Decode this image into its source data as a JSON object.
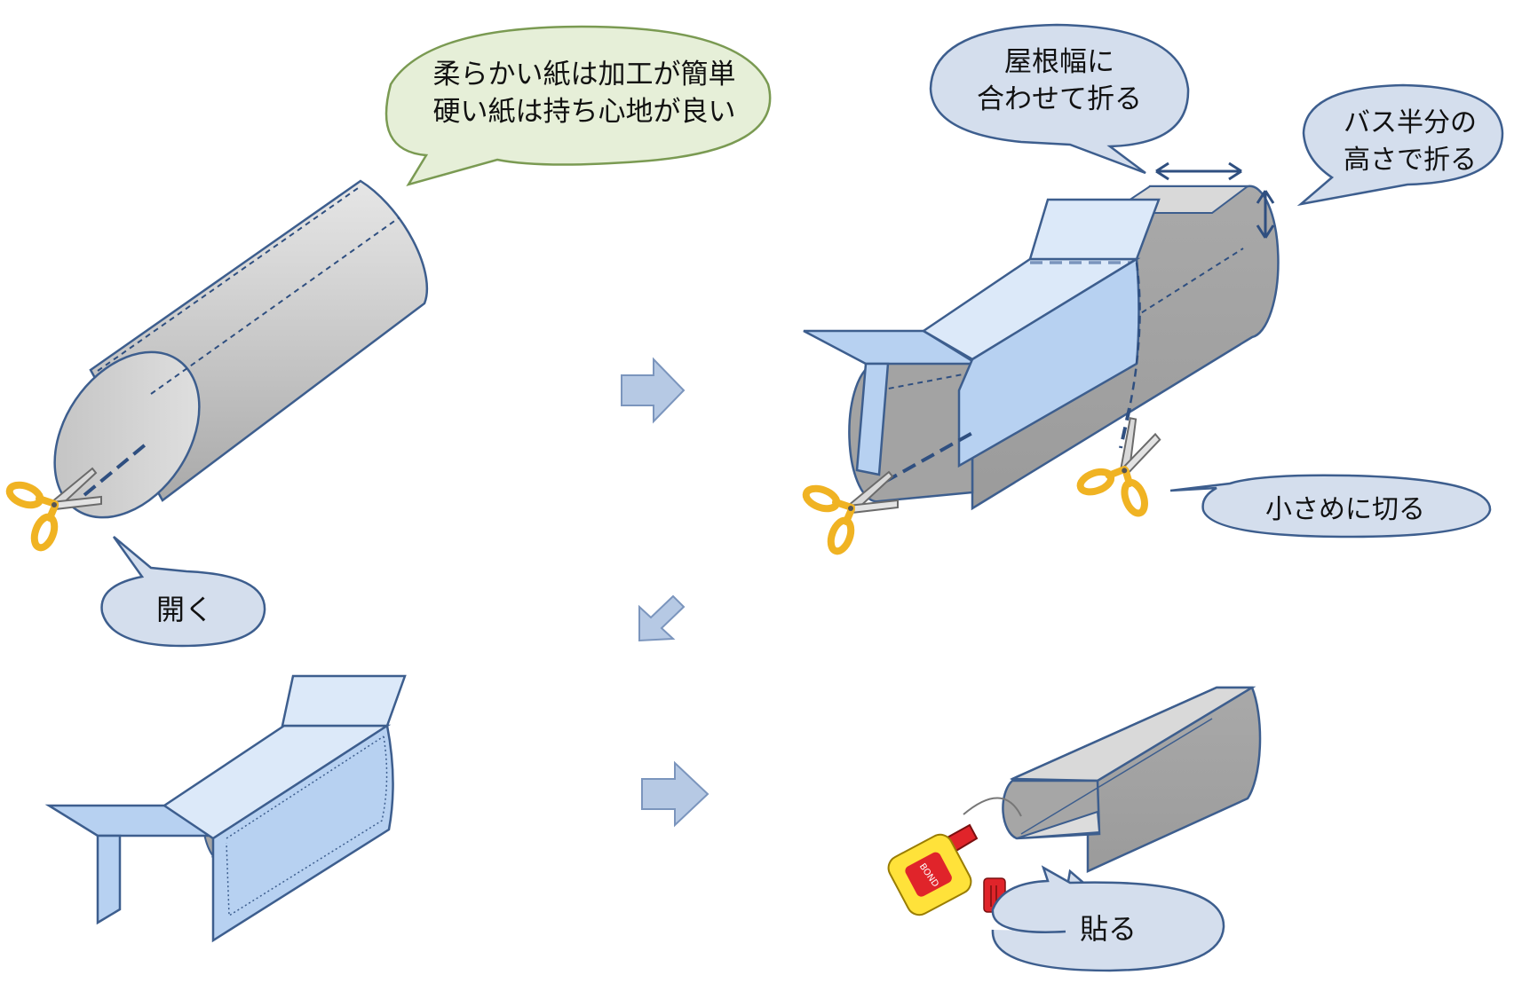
{
  "colors": {
    "gray_light": "#dcdcdc",
    "gray_mid": "#bdbdbd",
    "gray_dark": "#a6a6a6",
    "outline": "#3d5e8e",
    "blue_light": "#dce9f9",
    "blue_mid": "#b7d1f1",
    "dash": "#2f4f80",
    "bubble_fill": "#d4deed",
    "bubble_green": "#e6efd8",
    "bubble_green_stroke": "#7a9a52",
    "arrow_fill": "#b6c9e4",
    "arrow_stroke": "#7b95bd",
    "scissors_handle": "#f0b323",
    "bond_yellow": "#ffe23a",
    "bond_red": "#e0242a"
  },
  "bubbles": {
    "paper_tip_line1": "柔らかい紙は加工が簡単",
    "paper_tip_line2": "硬い紙は持ち心地が良い",
    "open": "開く",
    "roof_width_line1": "屋根幅に",
    "roof_width_line2": "合わせて折る",
    "half_height_line1": "バス半分の",
    "half_height_line2": "高さで折る",
    "cut_small": "小さめに切る",
    "glue": "貼る"
  },
  "bond_label": "BOND",
  "icons": {
    "scissors": "scissors-icon",
    "arrow": "arrow-icon",
    "double_arrow": "double-arrow-icon",
    "glue_bottle": "glue-bottle-icon"
  }
}
